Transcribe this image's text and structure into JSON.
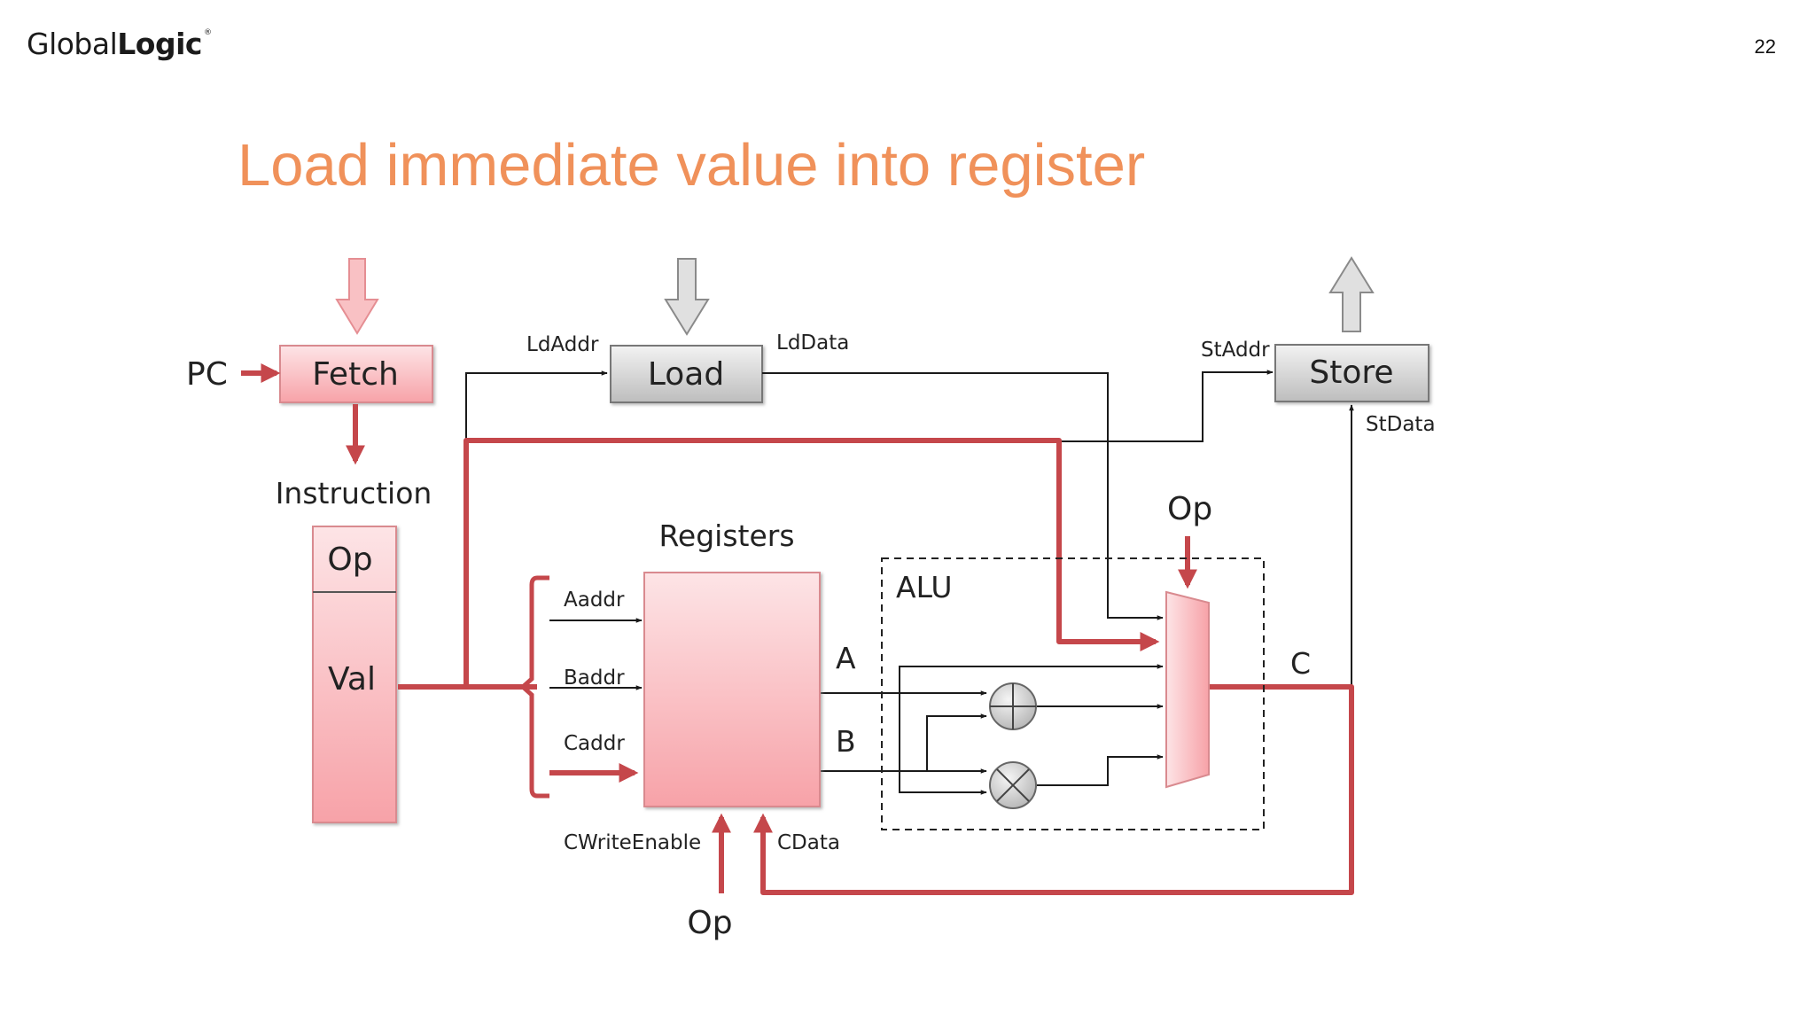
{
  "header": {
    "logo_light": "Global",
    "logo_bold": "Logic",
    "logo_mark": "®",
    "page_number": "22"
  },
  "slide": {
    "title": "Load immediate value into register"
  },
  "diagram": {
    "fetch_block": "Fetch",
    "load_block": "Load",
    "store_block": "Store",
    "pc_label": "PC",
    "ldaddr_label": "LdAddr",
    "lddata_label": "LdData",
    "staddr_label": "StAddr",
    "stdata_label": "StData",
    "instruction_label": "Instruction",
    "instruction_op_field": "Op",
    "instruction_val_field": "Val",
    "registers_label": "Registers",
    "aaddr_label": "Aaddr",
    "baddr_label": "Baddr",
    "caddr_label": "Caddr",
    "output_a_label": "A",
    "output_b_label": "B",
    "output_c_label": "C",
    "alu_label": "ALU",
    "alu_op_label": "Op",
    "cwriteenable_label": "CWriteEnable",
    "cdata_label": "CData",
    "bottom_op_label": "Op",
    "colors": {
      "highlight": "#c5474b",
      "wire": "#1a1a1a",
      "pink_fill_top": "#fde4e6",
      "pink_fill_bottom": "#f7a2a8",
      "gray_fill_top": "#f2f2f2",
      "gray_fill_bottom": "#bdbdbd",
      "title": "#f0915a"
    }
  }
}
